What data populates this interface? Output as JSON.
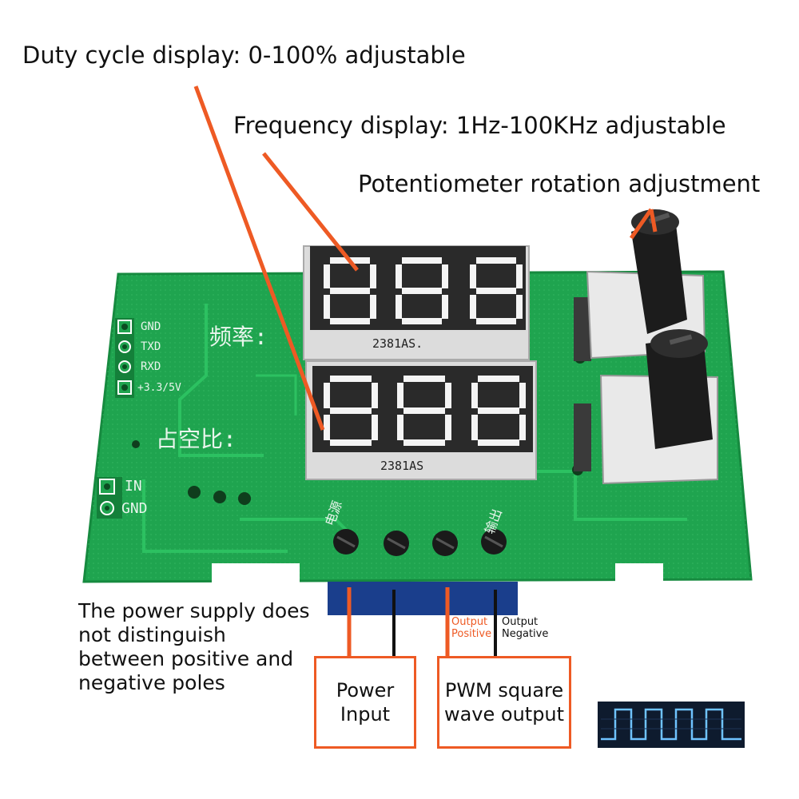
{
  "captions": {
    "duty": "Duty cycle display: 0-100% adjustable",
    "frequency": "Frequency display: 1Hz-100KHz adjustable",
    "potentiometer": "Potentiometer rotation adjustment",
    "power_note": "The power supply does not distinguish between positive and negative poles"
  },
  "terminals": {
    "output_positive": "Output\nPositive",
    "output_negative": "Output\nNegative"
  },
  "boxes": {
    "power_input": "Power Input",
    "pwm_output": "PWM square wave output"
  },
  "board": {
    "pin_gnd": "GND",
    "pin_txd": "TXD",
    "pin_rxd": "RXD",
    "pin_vcc": "+3.3/5V",
    "pin_in": "IN",
    "pin_gnd2": "GND",
    "label_freq": "频率:",
    "label_duty": "占空比:",
    "chip_top": "2381AS.",
    "chip_bottom": "2381AS",
    "terminal_power": "电源",
    "terminal_out": "输出"
  },
  "colors": {
    "pcb": "#1fa44f",
    "pcb_dark": "#178a40",
    "accent_line": "#ee5a24",
    "display_body": "#dcdcdc",
    "segment_off": "#ffffff",
    "knob": "#1c1c1c"
  },
  "icons": {
    "waveform": "square-wave-thumbnail"
  }
}
